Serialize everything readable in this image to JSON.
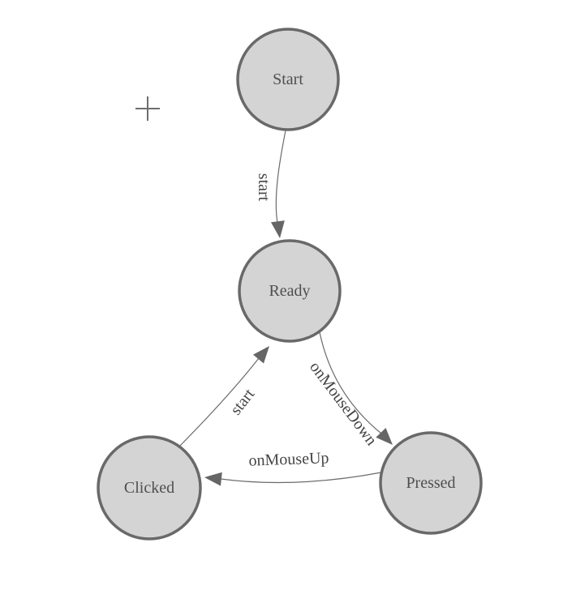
{
  "colors": {
    "background": "#ffffff",
    "node_fill": "#d4d4d4",
    "node_stroke": "#696969",
    "edge_stroke": "#6b6b6b",
    "arrow_fill": "#666666",
    "node_text": "#4f4f4f",
    "edge_text": "#454545",
    "plus": "#6e6e6e"
  },
  "diagram": {
    "type": "state-machine",
    "nodes": [
      {
        "id": "start",
        "label": "Start"
      },
      {
        "id": "ready",
        "label": "Ready"
      },
      {
        "id": "clicked",
        "label": "Clicked"
      },
      {
        "id": "pressed",
        "label": "Pressed"
      }
    ],
    "edges": [
      {
        "from": "start",
        "to": "ready",
        "label": "start"
      },
      {
        "from": "clicked",
        "to": "ready",
        "label": "start"
      },
      {
        "from": "ready",
        "to": "pressed",
        "label": "onMouseDown"
      },
      {
        "from": "pressed",
        "to": "clicked",
        "label": "onMouseUp"
      }
    ]
  },
  "overlay": {
    "plus_marker": "+"
  }
}
